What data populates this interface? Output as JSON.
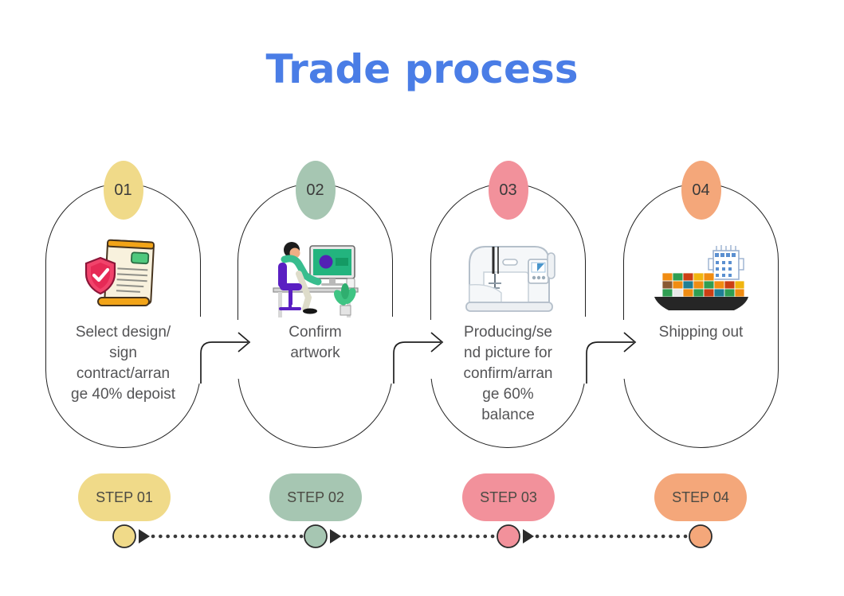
{
  "title": {
    "text": "Trade process",
    "color": "#4a7de6"
  },
  "steps": [
    {
      "number": "01",
      "step_label": "STEP 01",
      "description": "Select design/\nsign\ncontract/arran\nge 40% depoist",
      "color": "#f0da89",
      "icon": "contract-document-with-shield"
    },
    {
      "number": "02",
      "step_label": "STEP 02",
      "description": "Confirm\nartwork",
      "color": "#a6c6b2",
      "icon": "designer-at-computer"
    },
    {
      "number": "03",
      "step_label": "STEP 03",
      "description": "Producing/se\nnd picture for\nconfirm/arran\nge 60%\nbalance",
      "color": "#f2919b",
      "icon": "sewing-machine"
    },
    {
      "number": "04",
      "step_label": "STEP 04",
      "description": "Shipping out",
      "color": "#f4a77a",
      "icon": "container-ship"
    }
  ]
}
